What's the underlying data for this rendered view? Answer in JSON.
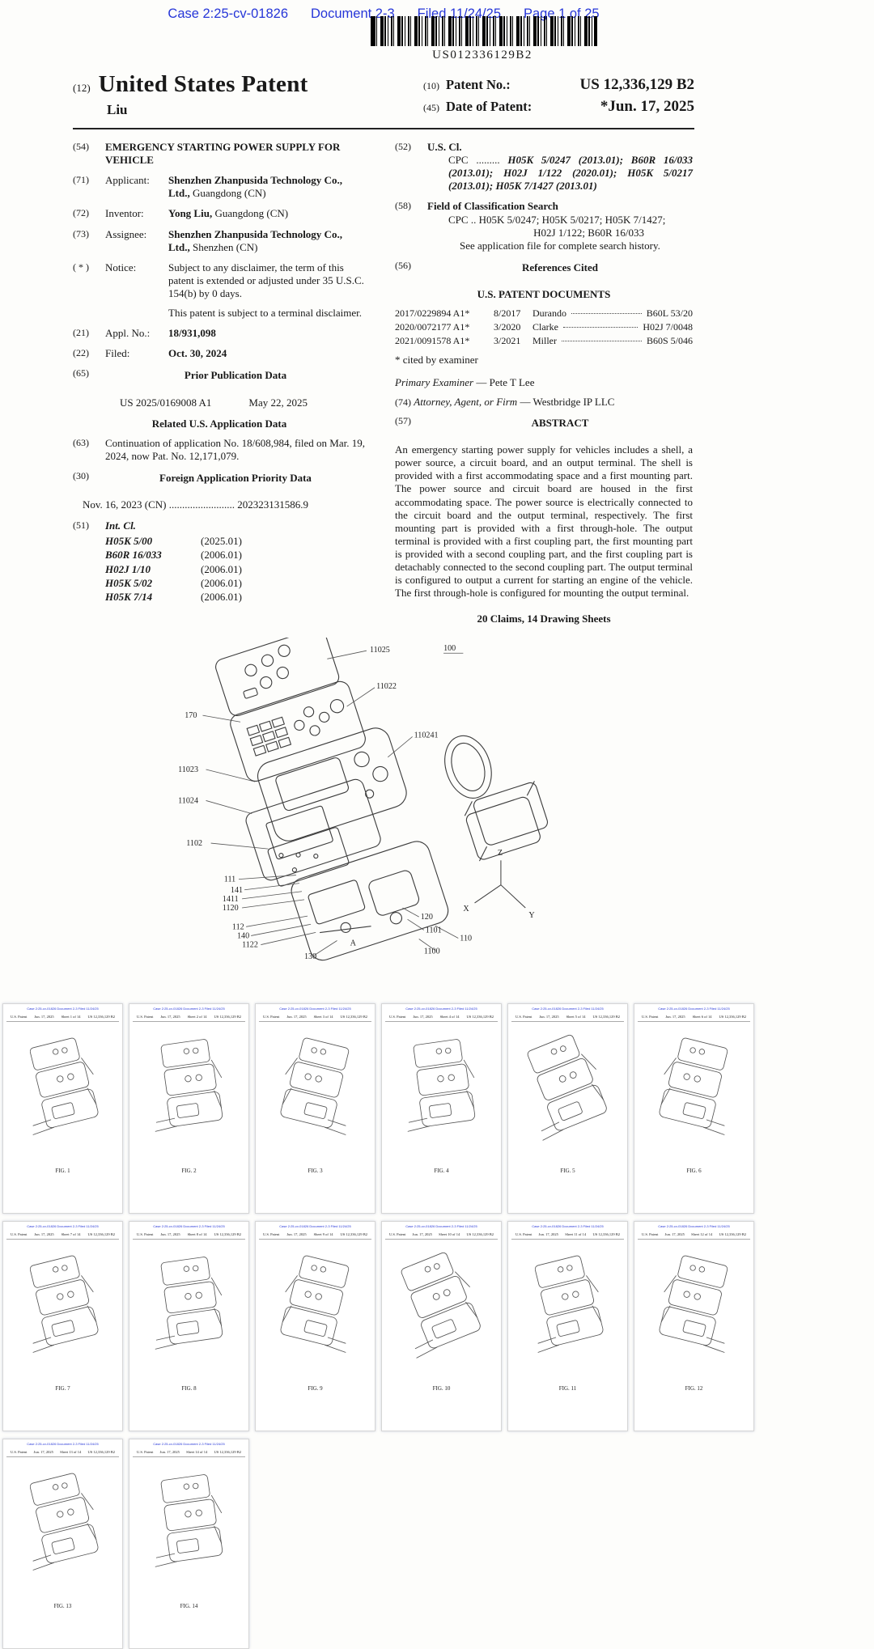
{
  "court_stamp": {
    "case": "Case 2:25-cv-01826",
    "document": "Document 2-3",
    "filed": "Filed 11/24/25",
    "page": "Page 1 of 25",
    "color": "#2636d8"
  },
  "barcode": {
    "text": "US012336129B2"
  },
  "masthead": {
    "kind_num": "(12)",
    "kind_title": "United States Patent",
    "inventor_surname": "Liu",
    "patent_no_num": "(10)",
    "patent_no_label": "Patent No.:",
    "patent_no": "US 12,336,129 B2",
    "date_num": "(45)",
    "date_label": "Date of Patent:",
    "date": "*Jun. 17, 2025"
  },
  "biblio": {
    "title_num": "(54)",
    "title": "EMERGENCY STARTING POWER SUPPLY FOR VEHICLE",
    "applicant_num": "(71)",
    "applicant_label": "Applicant:",
    "applicant_bold": "Shenzhen Zhanpusida Technology Co., Ltd.,",
    "applicant_rest": " Guangdong (CN)",
    "inventor_num": "(72)",
    "inventor_label": "Inventor:",
    "inventor_bold": "Yong Liu,",
    "inventor_rest": " Guangdong (CN)",
    "assignee_num": "(73)",
    "assignee_label": "Assignee:",
    "assignee_bold": "Shenzhen Zhanpusida Technology Co., Ltd.,",
    "assignee_rest": " Shenzhen (CN)",
    "notice_num": "( * )",
    "notice_label": "Notice:",
    "notice_text1": "Subject to any disclaimer, the term of this patent is extended or adjusted under 35 U.S.C. 154(b) by 0 days.",
    "notice_text2": "This patent is subject to a terminal disclaimer.",
    "appl_num": "(21)",
    "appl_label": "Appl. No.:",
    "appl_value": "18/931,098",
    "filed_num": "(22)",
    "filed_label": "Filed:",
    "filed_value": "Oct. 30, 2024",
    "prior_pub_num": "(65)",
    "prior_pub_heading": "Prior Publication Data",
    "prior_pub_doc": "US 2025/0169008 A1",
    "prior_pub_date": "May 22, 2025",
    "related_heading": "Related U.S. Application Data",
    "related_num": "(63)",
    "related_text": "Continuation of application No. 18/608,984, filed on Mar. 19, 2024, now Pat. No. 12,171,079.",
    "foreign_num": "(30)",
    "foreign_heading": "Foreign Application Priority Data",
    "foreign_line": "Nov. 16, 2023    (CN) ......................... 202323131586.9",
    "intcl_num": "(51)",
    "intcl_heading": "Int. Cl.",
    "intcl_rows": [
      {
        "code": "H05K 5/00",
        "ver": "(2025.01)"
      },
      {
        "code": "B60R 16/033",
        "ver": "(2006.01)"
      },
      {
        "code": "H02J 1/10",
        "ver": "(2006.01)"
      },
      {
        "code": "H05K 5/02",
        "ver": "(2006.01)"
      },
      {
        "code": "H05K 7/14",
        "ver": "(2006.01)"
      }
    ]
  },
  "classification": {
    "uscl_num": "(52)",
    "uscl_heading": "U.S. Cl.",
    "cpc_label": "CPC .........",
    "cpc_text": "H05K 5/0247 (2013.01); B60R 16/033 (2013.01); H02J 1/122 (2020.01); H05K 5/0217 (2013.01); H05K 7/1427 (2013.01)",
    "field_num": "(58)",
    "field_heading": "Field of Classification Search",
    "field_line1": "CPC .. H05K 5/0247; H05K 5/0217; H05K 7/1427;",
    "field_line2": "H02J 1/122; B60R 16/033",
    "field_line3": "See application file for complete search history."
  },
  "references": {
    "num": "(56)",
    "heading": "References Cited",
    "subheading": "U.S. PATENT DOCUMENTS",
    "rows": [
      {
        "cite": "2017/0229894 A1*",
        "date": "8/2017",
        "name": "Durando",
        "class": "B60L 53/20"
      },
      {
        "cite": "2020/0072177 A1*",
        "date": "3/2020",
        "name": "Clarke",
        "class": "H02J 7/0048"
      },
      {
        "cite": "2021/0091578 A1*",
        "date": "3/2021",
        "name": "Miller",
        "class": "B60S 5/046"
      }
    ],
    "footnote": "* cited by examiner",
    "examiner_label": "Primary Examiner",
    "examiner_value": " — Pete T Lee",
    "attorney_num": "(74)",
    "attorney_label": "Attorney, Agent, or Firm",
    "attorney_value": " — Westbridge IP LLC"
  },
  "abstract": {
    "num": "(57)",
    "heading": "ABSTRACT",
    "text": "An emergency starting power supply for vehicles includes a shell, a power source, a circuit board, and an output terminal. The shell is provided with a first accommodating space and a first mounting part. The power source and circuit board are housed in the first accommodating space. The power source is electrically connected to the circuit board and the output terminal, respectively. The first mounting part is provided with a first through-hole. The output terminal is provided with a first coupling part, the first mounting part is provided with a second coupling part, and the first coupling part is detachably connected to the second coupling part. The output terminal is configured to output a current for starting an engine of the vehicle. The first through-hole is configured for mounting the output terminal.",
    "claims_line": "20 Claims, 14 Drawing Sheets"
  },
  "figure": {
    "labels": [
      "11025",
      "11022",
      "170",
      "110241",
      "11023",
      "11024",
      "1102",
      "111",
      "141",
      "1411",
      "1120",
      "112",
      "140",
      "1122",
      "130",
      "A",
      "120",
      "1101",
      "110",
      "1100",
      "100",
      "X",
      "Y",
      "Z"
    ]
  },
  "thumbnails": {
    "case_line": "Case 2:25-cv-01826  Document 2-3  Filed 11/24/25",
    "us_patent": "U.S. Patent",
    "date": "Jun. 17, 2025",
    "patent_no": "US 12,336,129 B2",
    "items": [
      {
        "sheet": "Sheet 1 of 14",
        "fig": "FIG. 1"
      },
      {
        "sheet": "Sheet 2 of 14",
        "fig": "FIG. 2"
      },
      {
        "sheet": "Sheet 3 of 14",
        "fig": "FIG. 3"
      },
      {
        "sheet": "Sheet 4 of 14",
        "fig": "FIG. 4"
      },
      {
        "sheet": "Sheet 5 of 14",
        "fig": "FIG. 5"
      },
      {
        "sheet": "Sheet 6 of 14",
        "fig": "FIG. 6"
      },
      {
        "sheet": "Sheet 7 of 14",
        "fig": "FIG. 7"
      },
      {
        "sheet": "Sheet 8 of 14",
        "fig": "FIG. 8"
      },
      {
        "sheet": "Sheet 9 of 14",
        "fig": "FIG. 9"
      },
      {
        "sheet": "Sheet 10 of 14",
        "fig": "FIG. 10"
      },
      {
        "sheet": "Sheet 11 of 14",
        "fig": "FIG. 11"
      },
      {
        "sheet": "Sheet 12 of 14",
        "fig": "FIG. 12"
      },
      {
        "sheet": "Sheet 13 of 14",
        "fig": "FIG. 13"
      },
      {
        "sheet": "Sheet 14 of 14",
        "fig": "FIG. 14"
      }
    ]
  }
}
